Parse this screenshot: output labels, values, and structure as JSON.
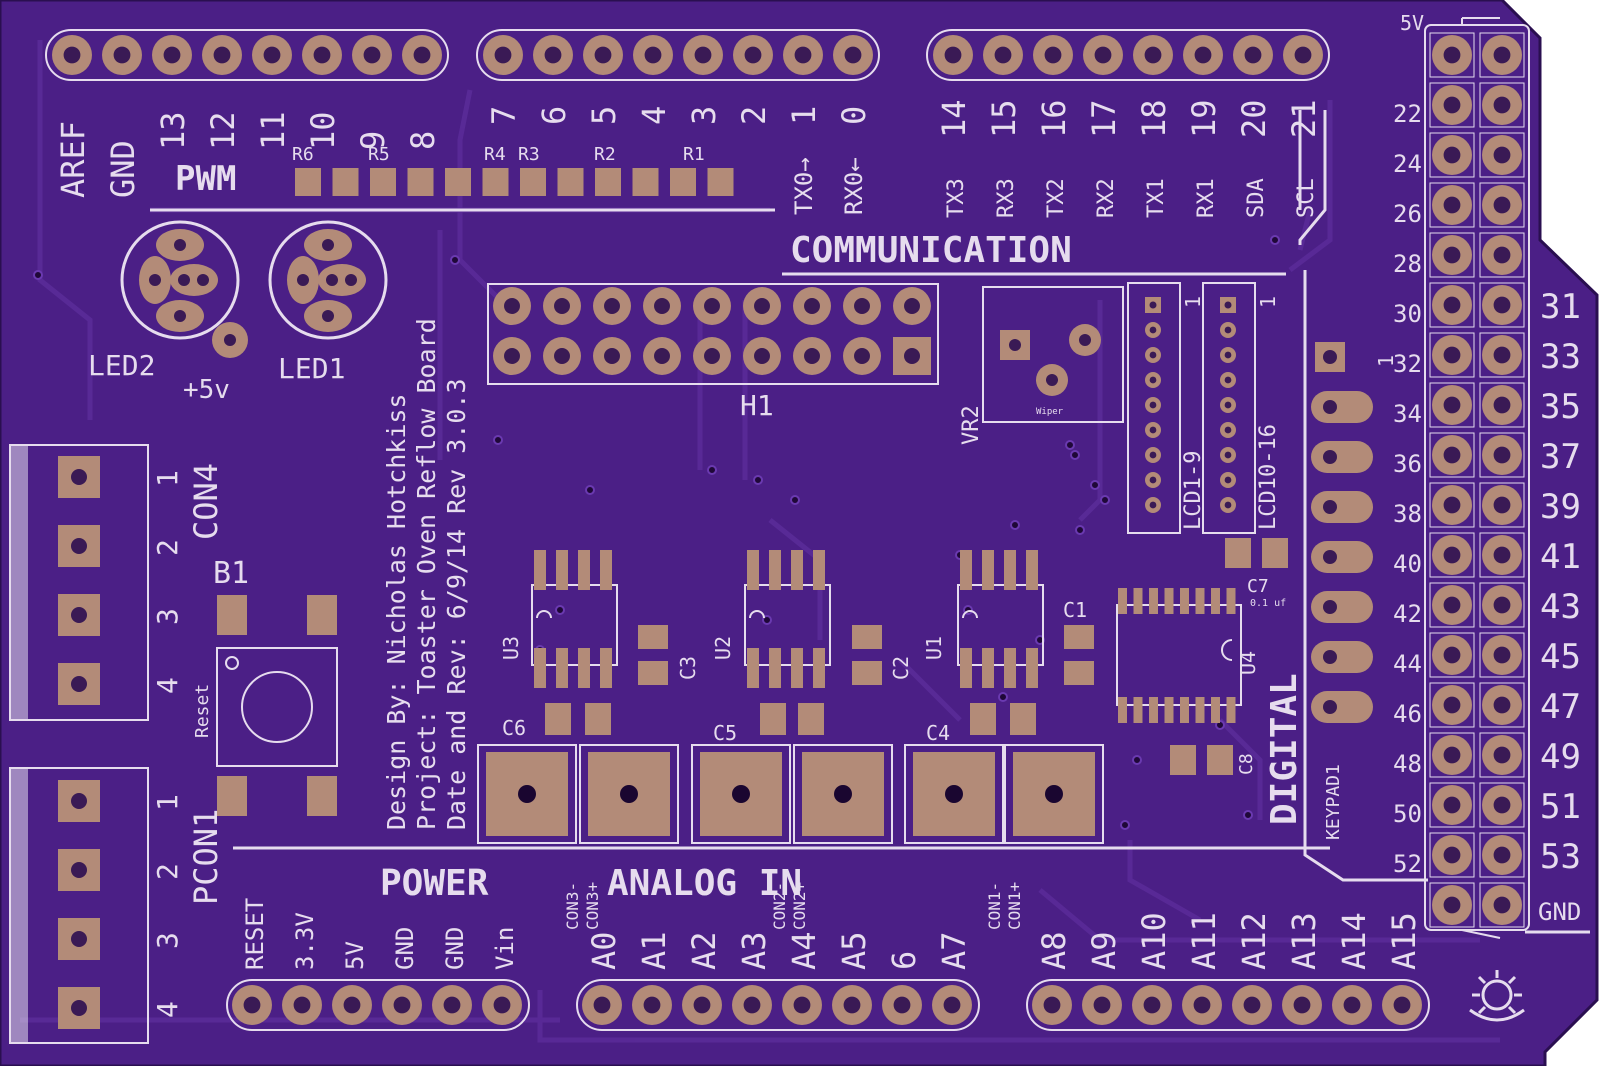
{
  "colors": {
    "board": "#4b1f86",
    "trace": "#5a2b98",
    "pad": "#b38b78",
    "silk": "#e6dcee",
    "hole": "#3a1a55"
  },
  "header_top_left": [
    "AREF",
    "GND",
    "13",
    "12",
    "11",
    "10",
    "9",
    "8"
  ],
  "header_top_mid": [
    "7",
    "6",
    "5",
    "4",
    "3",
    "2",
    "1",
    "0"
  ],
  "tx_label": "TX0→",
  "rx_label": "RX0←",
  "header_top_right": [
    "14",
    "15",
    "16",
    "17",
    "18",
    "19",
    "20",
    "21"
  ],
  "comm_sub_labels": [
    "TX3",
    "RX3",
    "TX2",
    "RX2",
    "TX1",
    "RX1",
    "SDA",
    "SCL"
  ],
  "section_pwm": "PWM",
  "section_communication": "COMMUNICATION",
  "section_power": "POWER",
  "section_analog": "ANALOG IN",
  "section_digital": "DIGITAL",
  "resistors": [
    "R6",
    "R5",
    "R4",
    "R3",
    "R2",
    "R1"
  ],
  "leds": [
    "LED2",
    "LED1"
  ],
  "plus5v": "+5v",
  "h1": "H1",
  "vr2": "VR2",
  "wiper": "Wiper",
  "lcd1": "LCD1-9",
  "lcd2": "LCD10-16",
  "pin_one": "1",
  "con4": "CON4",
  "pcon1": "PCON1",
  "con_pins": [
    "1",
    "2",
    "3",
    "4"
  ],
  "b1": "B1",
  "reset_label": "Reset",
  "credits": [
    "Design By: Nicholas Hotchkiss",
    "Project: Toaster Oven Reflow Board",
    "Date and Rev: 6/9/14 Rev 3.0.3"
  ],
  "ics": [
    "U3",
    "U2",
    "U1",
    "U4"
  ],
  "caps": [
    "C3",
    "C2",
    "C1",
    "C6",
    "C5",
    "C4",
    "C7",
    "C8"
  ],
  "c7_value": "0.1 uf",
  "keypad": "KEYPAD1",
  "pwr_labels": [
    "RESET",
    "3.3V",
    "5V",
    "GND",
    "GND",
    "Vin"
  ],
  "analog_labels": [
    "A0",
    "A1",
    "A2",
    "A3",
    "A4",
    "A5",
    "6",
    "A7"
  ],
  "analog_high_labels": [
    "A8",
    "A9",
    "A10",
    "A11",
    "A12",
    "A13",
    "A14",
    "A15"
  ],
  "con_terms": [
    "CON3-",
    "CON3+",
    "CON2-",
    "CON2+",
    "CON1-",
    "CON1+"
  ],
  "right_even": [
    "22",
    "24",
    "26",
    "28",
    "30",
    "32",
    "34",
    "36",
    "38",
    "40",
    "42",
    "44",
    "46",
    "48",
    "50",
    "52"
  ],
  "right_odd": [
    "31",
    "33",
    "35",
    "37",
    "39",
    "41",
    "43",
    "45",
    "47",
    "49",
    "51",
    "53"
  ],
  "right_5v": "5V",
  "right_gnd": "GND"
}
